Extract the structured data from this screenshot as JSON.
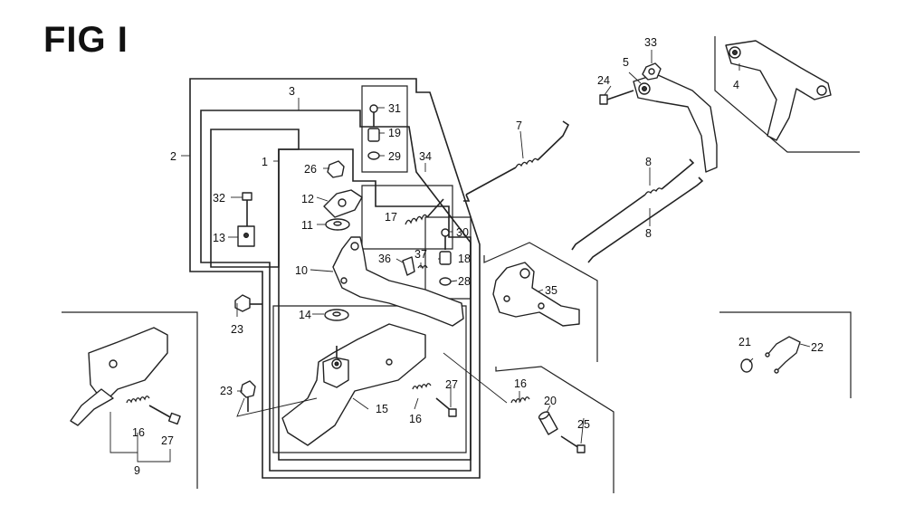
{
  "title": "FIG I",
  "callouts": {
    "c1": "1",
    "c2": "2",
    "c3": "3",
    "c4": "4",
    "c5": "5",
    "c7": "7",
    "c8a": "8",
    "c8b": "8",
    "c9": "9",
    "c10": "10",
    "c11": "11",
    "c12": "12",
    "c13": "13",
    "c14": "14",
    "c15": "15",
    "c16a": "16",
    "c16b": "16",
    "c16c": "16",
    "c17": "17",
    "c18": "18",
    "c19": "19",
    "c20": "20",
    "c21": "21",
    "c22": "22",
    "c23a": "23",
    "c23b": "23",
    "c24": "24",
    "c25": "25",
    "c26": "26",
    "c27a": "27",
    "c27b": "27",
    "c28": "28",
    "c29": "29",
    "c30": "30",
    "c31": "31",
    "c32": "32",
    "c33": "33",
    "c34": "34",
    "c35": "35",
    "c36": "36",
    "c37": "37"
  }
}
